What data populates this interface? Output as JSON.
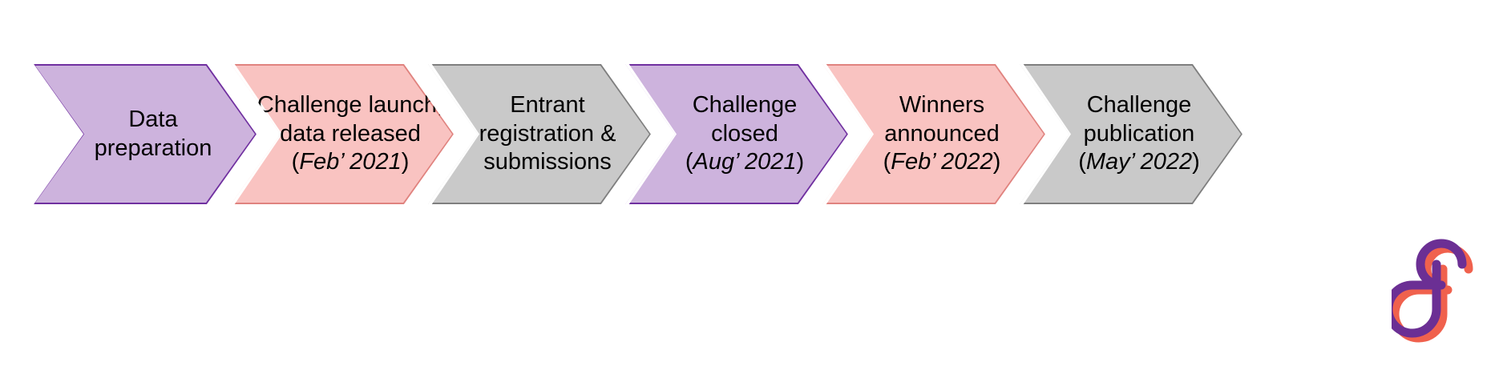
{
  "diagram": {
    "title_text": "",
    "type": "process-timeline-chevrons",
    "colors": {
      "purple_fill": "#cdb3dd",
      "purple_border": "#7030a0",
      "pink_fill": "#f9c3c1",
      "pink_border": "#e0837f",
      "gray_fill": "#c9c9c9",
      "gray_border": "#7f7f7f",
      "background": "#ffffff",
      "text": "#000000",
      "logo_purple": "#6b2f94",
      "logo_coral": "#f0614d"
    },
    "steps": [
      {
        "index": 1,
        "color": "purple",
        "lines": [
          "Data",
          "preparation"
        ],
        "date": "",
        "name": "data-preparation"
      },
      {
        "index": 2,
        "color": "pink",
        "lines": [
          "Challenge launch,",
          "data released"
        ],
        "date": "Feb’ 2021",
        "name": "challenge-launch-data-released"
      },
      {
        "index": 3,
        "color": "gray",
        "lines": [
          "Entrant",
          "registration &",
          "submissions"
        ],
        "date": "",
        "name": "entrant-registration-submissions"
      },
      {
        "index": 4,
        "color": "purple",
        "lines": [
          "Challenge",
          "closed"
        ],
        "date": "Aug’ 2021",
        "name": "challenge-closed"
      },
      {
        "index": 5,
        "color": "pink",
        "lines": [
          "Winners",
          "announced"
        ],
        "date": "Feb’ 2022",
        "name": "winners-announced"
      },
      {
        "index": 6,
        "color": "gray",
        "lines": [
          "Challenge",
          "publication"
        ],
        "date": "May’ 2022",
        "name": "challenge-publication"
      }
    ],
    "logo": {
      "name": "infinity-loop-logo",
      "description": "interlocking purple and coral loop mark"
    }
  }
}
